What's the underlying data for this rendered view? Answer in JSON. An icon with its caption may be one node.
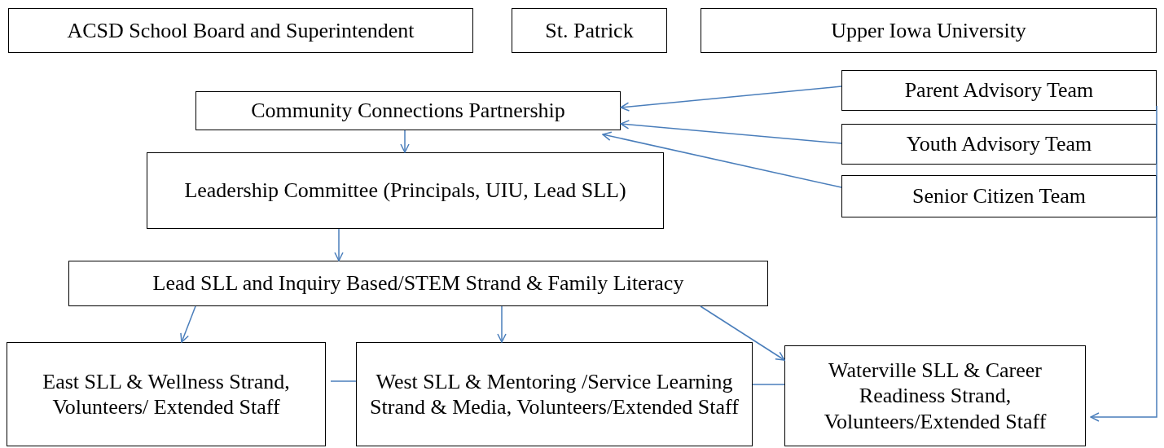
{
  "diagram": {
    "nodes": [
      {
        "text": [
          "ACSD School Board and Superintendent"
        ]
      },
      {
        "text": [
          "St. Patrick"
        ]
      },
      {
        "text": [
          "Upper Iowa University"
        ]
      },
      {
        "text": [
          "Community Connections Partnership"
        ]
      },
      {
        "text": [
          "Parent Advisory Team"
        ]
      },
      {
        "text": [
          "Youth Advisory Team"
        ]
      },
      {
        "text": [
          "Senior Citizen Team"
        ]
      },
      {
        "text": [
          "Leadership Committee (Principals, UIU, Lead SLL)"
        ]
      },
      {
        "text": [
          "Lead SLL and Inquiry Based/STEM Strand & Family Literacy"
        ]
      },
      {
        "text": [
          "East SLL & Wellness Strand,   Volunteers/ Extended Staff"
        ]
      },
      {
        "text": [
          "West SLL & Mentoring /Service Learning Strand & Media, Volunteers/Extended Staff"
        ]
      },
      {
        "text": [
          "Waterville SLL & Career Readiness Strand, Volunteers/Extended Staff"
        ]
      }
    ],
    "edges": [
      {
        "from": 4,
        "to": 3,
        "arrow": "to"
      },
      {
        "from": 5,
        "to": 3,
        "arrow": "to"
      },
      {
        "from": 6,
        "to": 3,
        "arrow": "to"
      },
      {
        "from": 3,
        "to": 7,
        "arrow": "to"
      },
      {
        "from": 7,
        "to": 8,
        "arrow": "to"
      },
      {
        "from": 8,
        "to": 9,
        "arrow": "to"
      },
      {
        "from": 8,
        "to": 10,
        "arrow": "to"
      },
      {
        "from": 8,
        "to": 11,
        "arrow": "to"
      },
      {
        "from": 9,
        "to": 10,
        "arrow": "none"
      },
      {
        "from": 10,
        "to": 11,
        "arrow": "none"
      },
      {
        "from": 4,
        "to": 11,
        "arrow": "to"
      }
    ]
  }
}
